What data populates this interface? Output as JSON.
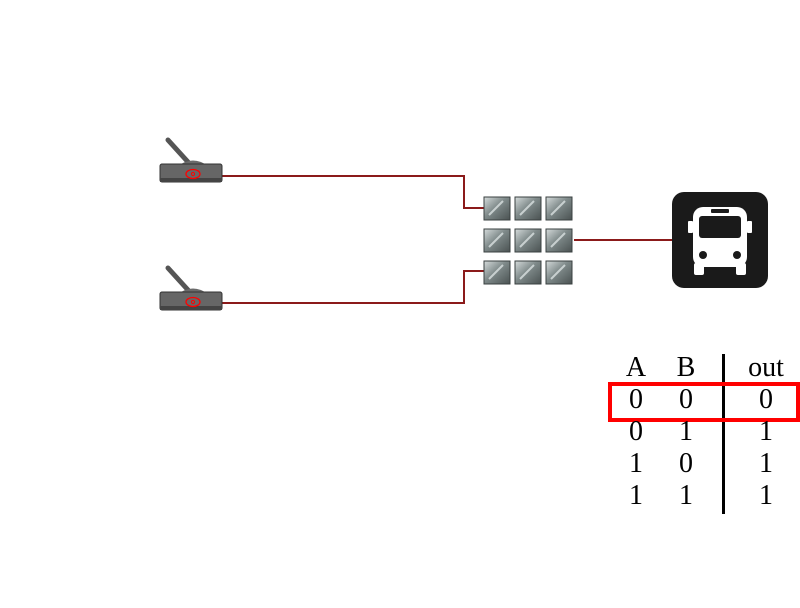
{
  "truth_table": {
    "headers": [
      "A",
      "B",
      "out"
    ],
    "rows": [
      [
        "0",
        "0",
        "0"
      ],
      [
        "0",
        "1",
        "1"
      ],
      [
        "1",
        "0",
        "1"
      ],
      [
        "1",
        "1",
        "1"
      ]
    ],
    "highlighted_row": 0,
    "highlight_color": "#ff0000"
  },
  "components": {
    "switch_a": "toggle-switch-icon",
    "switch_b": "toggle-switch-icon",
    "gate": "keypad-grid-icon",
    "output": "bus-icon"
  },
  "colors": {
    "wire": "#8b1a1a",
    "switch_body": "#555555",
    "switch_mark": "#ff0000",
    "output_bg": "#1a1a1a"
  }
}
